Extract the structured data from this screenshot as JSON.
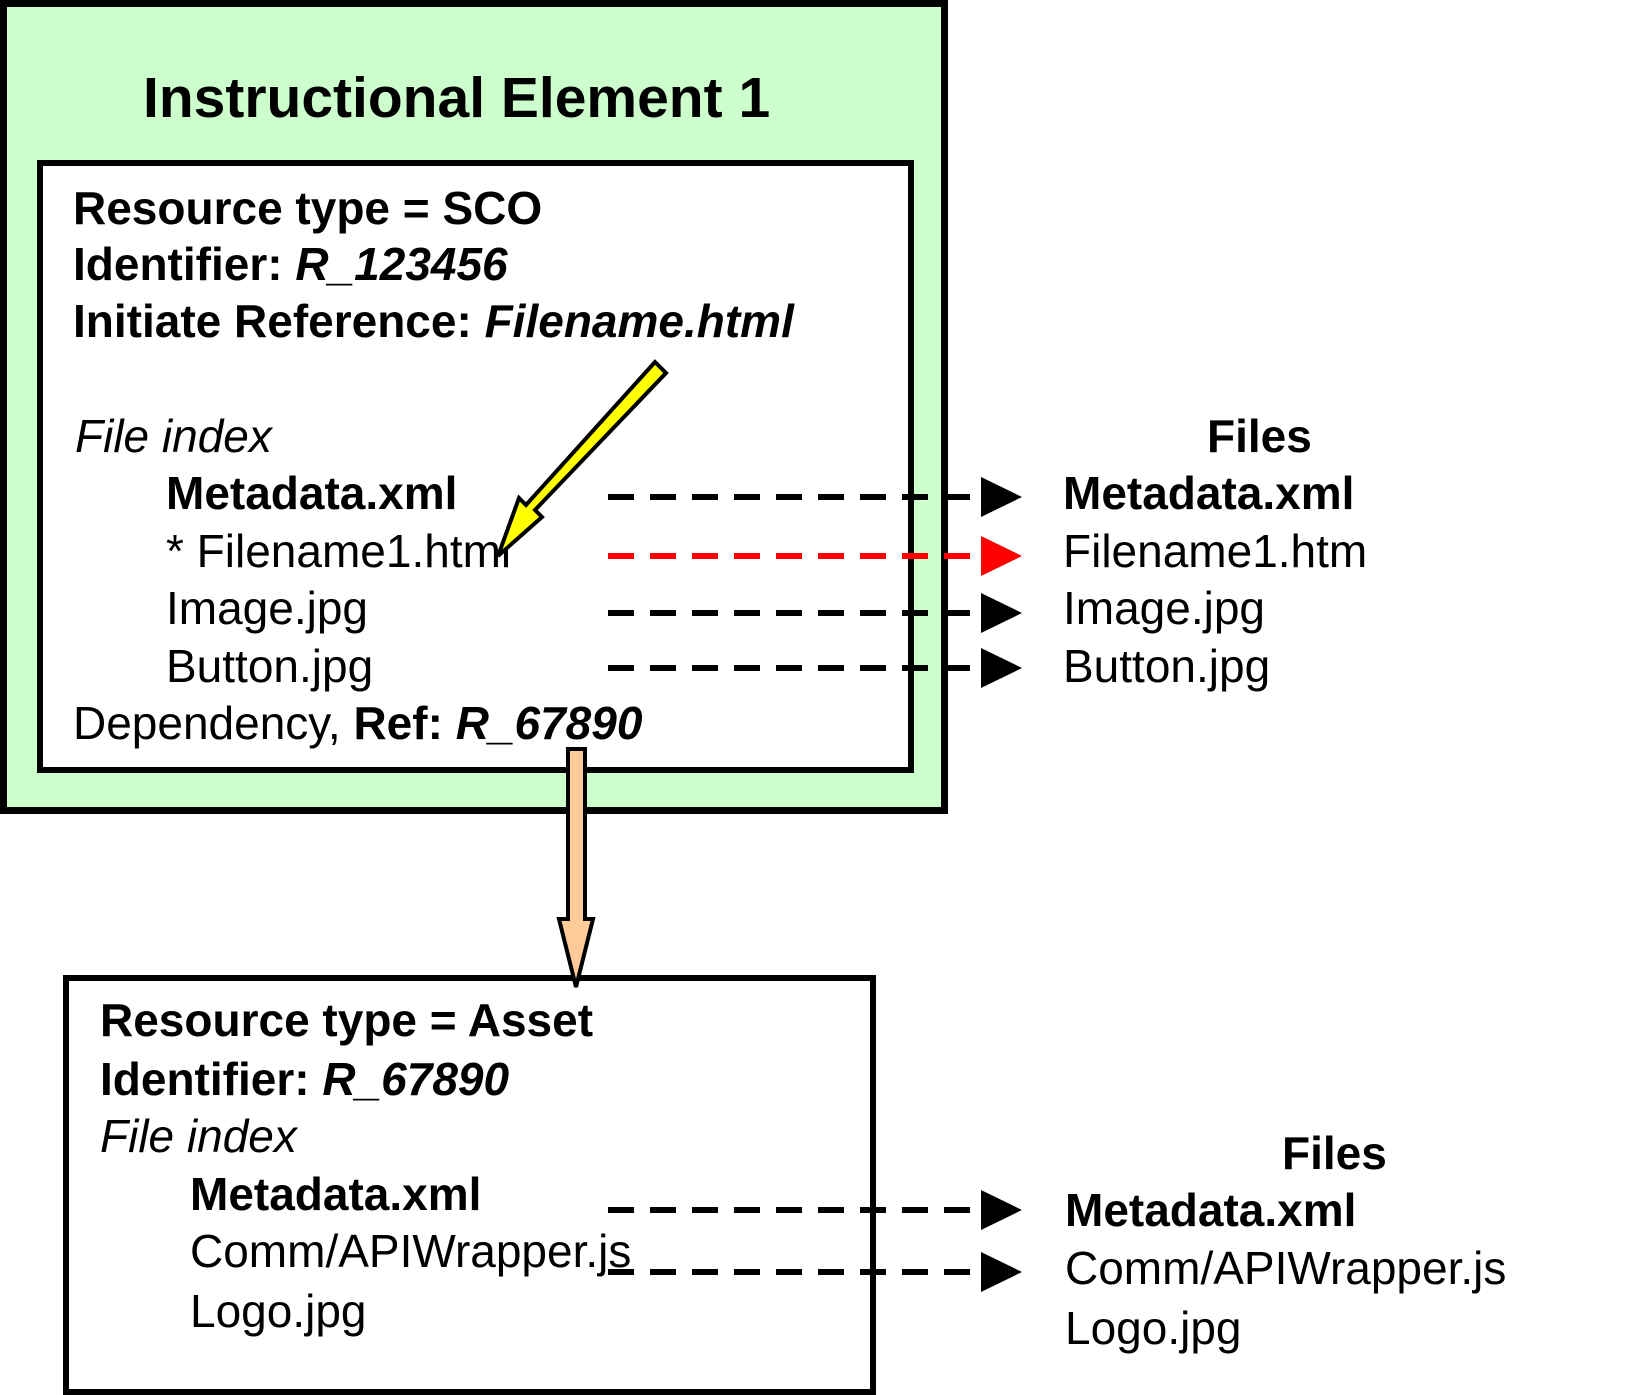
{
  "title": "Instructional Element 1",
  "sco_resource": {
    "type_line": "Resource type = SCO",
    "identifier_label": "Identifier: ",
    "identifier_value": "R_123456",
    "initiate_label": "Initiate Reference: ",
    "initiate_value": "Filename.html",
    "file_index_label": "File index",
    "files": [
      {
        "name": "Metadata.xml",
        "bold": true,
        "highlight": false
      },
      {
        "name": "* Filename1.html",
        "bold": false,
        "highlight": true
      },
      {
        "name": "Image.jpg",
        "bold": false,
        "highlight": false
      },
      {
        "name": "Button.jpg",
        "bold": false,
        "highlight": false
      }
    ],
    "dependency_label": "Dependency, ",
    "dependency_ref_label": "Ref: ",
    "dependency_ref_value": "R_67890"
  },
  "sco_files": {
    "header": "Files",
    "items": [
      "Metadata.xml",
      "Filename1.htm",
      "Image.jpg",
      "Button.jpg"
    ]
  },
  "asset_resource": {
    "type_line": "Resource type = Asset",
    "identifier_label": "Identifier: ",
    "identifier_value": "R_67890",
    "file_index_label": "File index",
    "files": [
      {
        "name": "Metadata.xml",
        "bold": true
      },
      {
        "name": "Comm/APIWrapper.js",
        "bold": false
      },
      {
        "name": "Logo.jpg",
        "bold": false
      }
    ]
  },
  "asset_files": {
    "header": "Files",
    "items": [
      "Metadata.xml",
      "Comm/APIWrapper.js",
      "Logo.jpg"
    ]
  },
  "colors": {
    "container_fill": "#ccffcc",
    "highlight_arrow": "#ff0000",
    "pointer_arrow": "#ffff00",
    "dependency_arrow": "#ffcc99",
    "connector": "#000000"
  }
}
